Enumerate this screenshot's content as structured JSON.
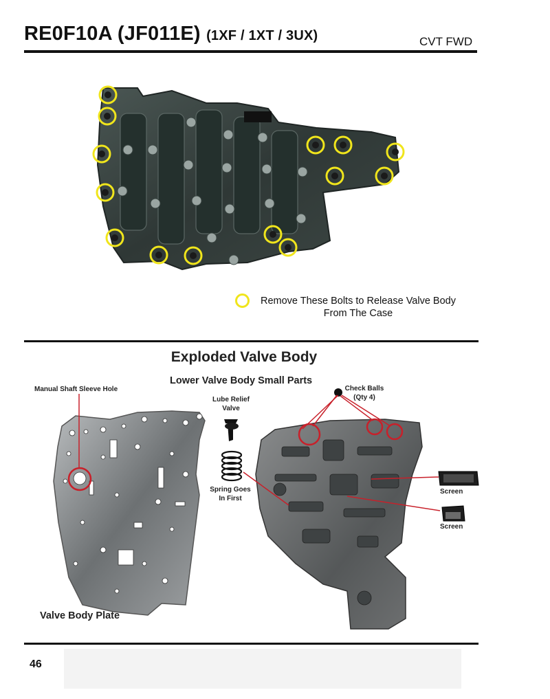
{
  "header": {
    "title": "RE0F10A (JF011E)",
    "models": "(1XF / 1XT / 3UX)",
    "type": "CVT FWD"
  },
  "legend": {
    "line1": "Remove These Bolts to Release Valve Body",
    "line2": "From The Case",
    "circle_color": "#f0e51c"
  },
  "exploded": {
    "title": "Exploded Valve Body",
    "subtitle": "Lower Valve Body Small Parts",
    "labels": {
      "manual_shaft": "Manual Shaft Sleeve Hole",
      "lube_relief_1": "Lube Relief",
      "lube_relief_2": "Valve",
      "spring_1": "Spring Goes",
      "spring_2": "In First",
      "check_balls_1": "Check Balls",
      "check_balls_2": "(Qty 4)",
      "screen_1": "Screen",
      "screen_2": "Screen"
    },
    "plate_label": "Valve Body Plate",
    "callout_color": "#c8202a"
  },
  "footer": {
    "page_number": "46"
  }
}
